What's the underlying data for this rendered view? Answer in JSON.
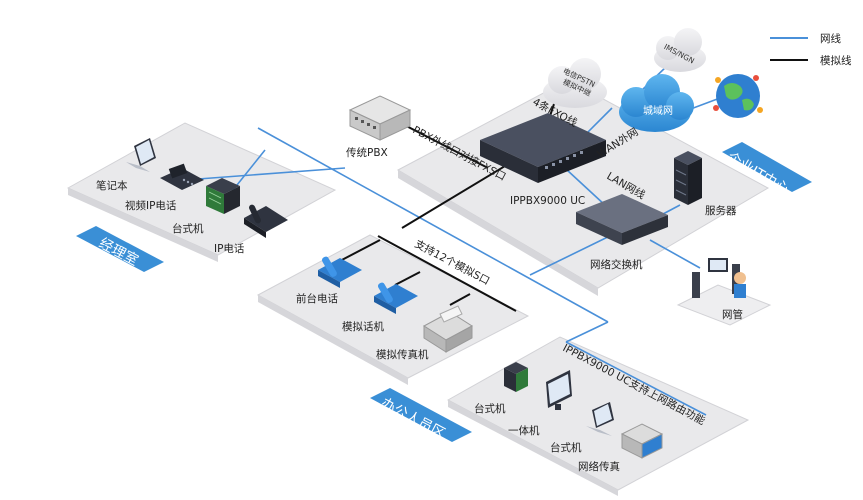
{
  "legend": {
    "network_line": "网线",
    "analog_line": "模拟线",
    "network_color": "#4a90d9",
    "analog_color": "#111111"
  },
  "zones": {
    "manager": "经理室",
    "office": "办公人员区",
    "it_center": "企业IT中心"
  },
  "clouds": {
    "pstn": "电信PSTN\n模拟中继",
    "ims": "IMS/NGN",
    "metro": "城域网"
  },
  "lines": {
    "fxo": "4条FXO线",
    "wan": "WAN外网",
    "lan": "LAN网线",
    "pbx_fxs": "PBX外线口对接FXS口",
    "fxs12": "支持12个模拟S口",
    "routing": "IPPBX9000 UC支持上网路由功能"
  },
  "devices": {
    "ippbx": "IPPBX9000 UC",
    "server": "服务器",
    "switch": "网络交换机",
    "nms": "网管",
    "legacy_pbx": "传统PBX",
    "laptop": "笔记本",
    "video_phone": "视频IP电话",
    "desktop": "台式机",
    "ip_phone": "IP电话",
    "front_phone": "前台电话",
    "analog_phone": "模拟话机",
    "analog_fax": "模拟传真机",
    "office_desktop1": "台式机",
    "all_in_one": "一体机",
    "office_desktop2": "台式机",
    "network_fax": "网络传真"
  },
  "colors": {
    "platform": "#e9e9eb",
    "platform_edge": "#d2d2d6",
    "zone_badge": "#3a8fd6",
    "device_dark": "#2f3440",
    "phone_blue": "#2f7fd0"
  }
}
